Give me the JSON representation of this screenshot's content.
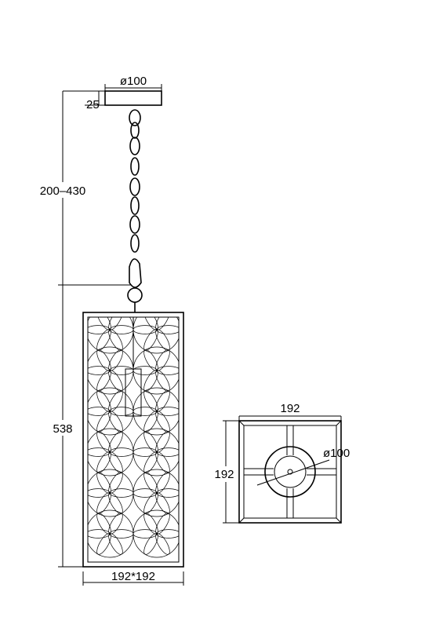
{
  "dimensions": {
    "canopy_diameter": "ø100",
    "canopy_height": "25",
    "chain_length": "200–430",
    "body_height": "538",
    "body_footprint": "192*192",
    "top_width": "192",
    "top_depth": "192",
    "top_diameter": "ø100"
  },
  "colors": {
    "line": "#000000",
    "background": "#ffffff"
  }
}
